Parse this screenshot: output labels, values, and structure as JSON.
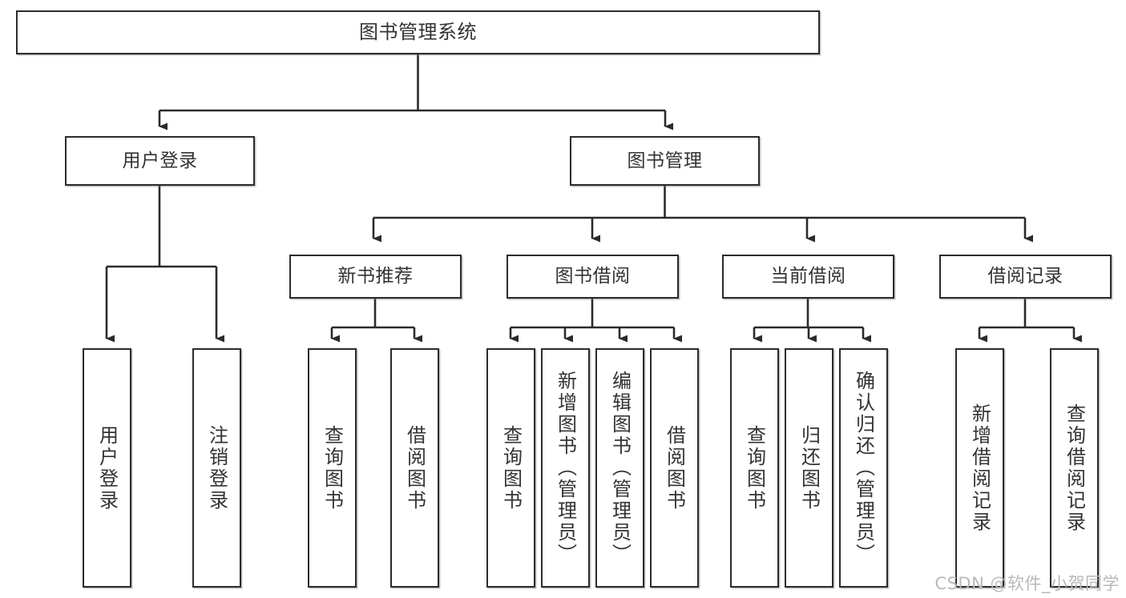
{
  "diagram": {
    "title": "图书管理系统",
    "type": "tree-hierarchy-functional-structure",
    "watermark": "CSDN @软件_小贺同学",
    "colors": {
      "stroke": "#2b2b2b",
      "fill": "#ffffff",
      "text": "#333333",
      "watermark": "#b9b9b9"
    },
    "nodes": {
      "root": {
        "label": "图书管理系统"
      },
      "level1": [
        {
          "id": "user-login",
          "label": "用户登录"
        },
        {
          "id": "book-management",
          "label": "图书管理"
        }
      ],
      "level2": [
        {
          "id": "new-book-recommend",
          "label": "新书推荐"
        },
        {
          "id": "book-borrow",
          "label": "图书借阅"
        },
        {
          "id": "current-borrow",
          "label": "当前借阅"
        },
        {
          "id": "borrow-record",
          "label": "借阅记录"
        }
      ],
      "leaves": {
        "user-login": [
          {
            "id": "leaf-user-login",
            "label": "用户登录"
          },
          {
            "id": "leaf-logout-login",
            "label": "注销登录"
          }
        ],
        "new-book-recommend": [
          {
            "id": "leaf-query-book-1",
            "label": "查询图书"
          },
          {
            "id": "leaf-borrow-book-1",
            "label": "借阅图书"
          }
        ],
        "book-borrow": [
          {
            "id": "leaf-query-book-2",
            "label": "查询图书"
          },
          {
            "id": "leaf-add-book",
            "label": "新增图书（管理员）"
          },
          {
            "id": "leaf-edit-book",
            "label": "编辑图书（管理员）"
          },
          {
            "id": "leaf-borrow-book-2",
            "label": "借阅图书"
          }
        ],
        "current-borrow": [
          {
            "id": "leaf-query-book-3",
            "label": "查询图书"
          },
          {
            "id": "leaf-return-book",
            "label": "归还图书"
          },
          {
            "id": "leaf-confirm-return",
            "label": "确认归还（管理员）"
          }
        ],
        "borrow-record": [
          {
            "id": "leaf-add-record",
            "label": "新增借阅记录"
          },
          {
            "id": "leaf-query-record",
            "label": "查询借阅记录"
          }
        ]
      }
    }
  }
}
